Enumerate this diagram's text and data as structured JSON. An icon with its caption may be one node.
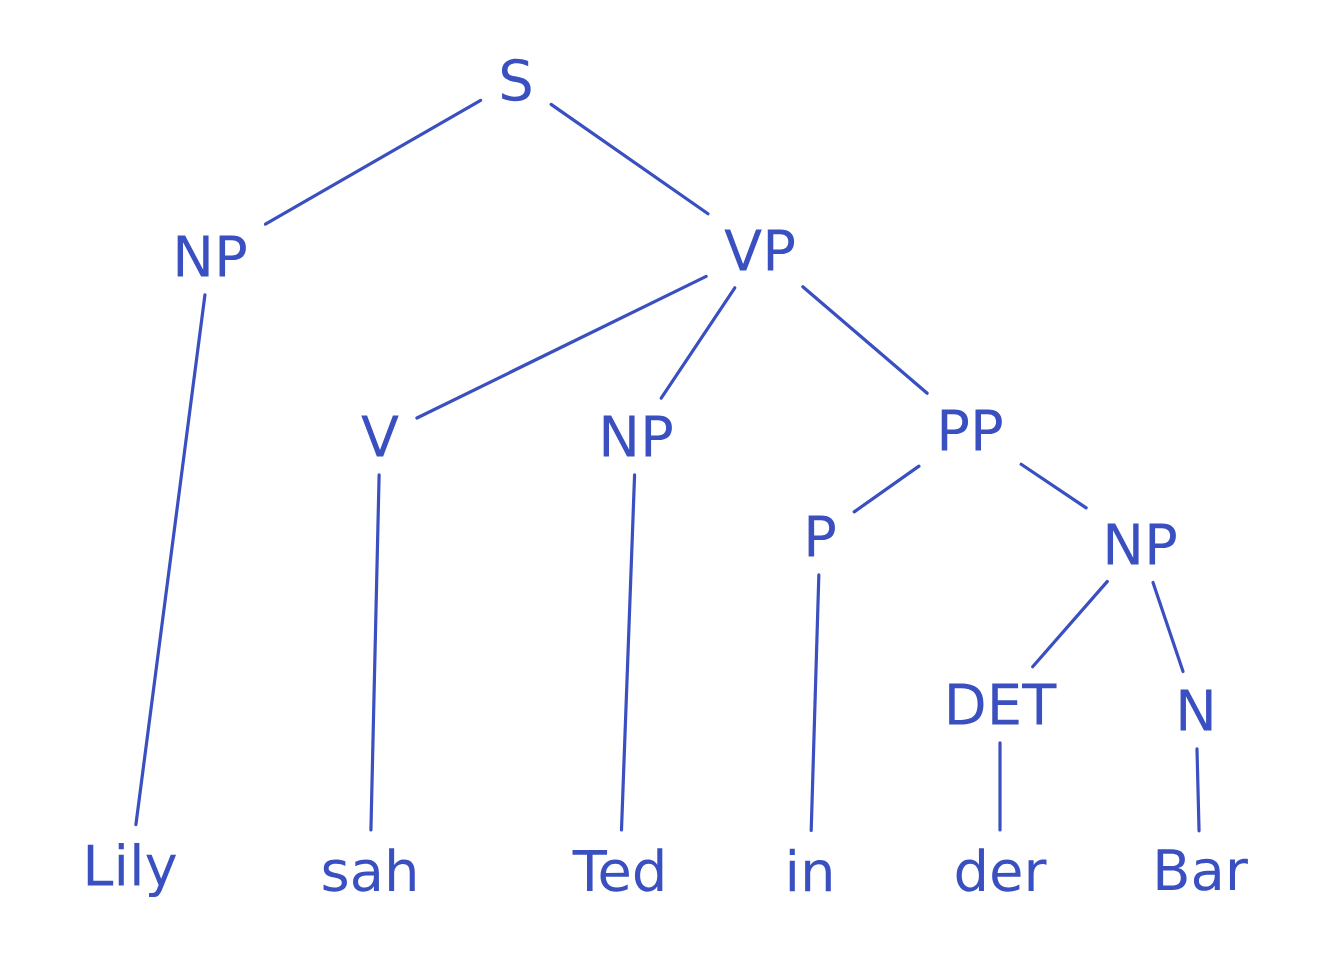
{
  "diagram": {
    "nodes": [
      {
        "text": [
          "S"
        ]
      },
      {
        "text": [
          "NP"
        ]
      },
      {
        "text": [
          "VP"
        ]
      },
      {
        "text": [
          "V"
        ]
      },
      {
        "text": [
          "NP"
        ]
      },
      {
        "text": [
          "PP"
        ]
      },
      {
        "text": [
          "P"
        ]
      },
      {
        "text": [
          "NP"
        ]
      },
      {
        "text": [
          "DET"
        ]
      },
      {
        "text": [
          "N"
        ]
      },
      {
        "text": [
          "Lily"
        ]
      },
      {
        "text": [
          "sah"
        ]
      },
      {
        "text": [
          "Ted"
        ]
      },
      {
        "text": [
          "in"
        ]
      },
      {
        "text": [
          "der"
        ]
      },
      {
        "text": [
          "Bar"
        ]
      }
    ],
    "edges": [
      {
        "from": 0,
        "to": 1,
        "arrow": "none"
      },
      {
        "from": 0,
        "to": 2,
        "arrow": "none"
      },
      {
        "from": 1,
        "to": 10,
        "arrow": "none"
      },
      {
        "from": 2,
        "to": 3,
        "arrow": "none"
      },
      {
        "from": 2,
        "to": 4,
        "arrow": "none"
      },
      {
        "from": 2,
        "to": 5,
        "arrow": "none"
      },
      {
        "from": 3,
        "to": 11,
        "arrow": "none"
      },
      {
        "from": 4,
        "to": 12,
        "arrow": "none"
      },
      {
        "from": 5,
        "to": 6,
        "arrow": "none"
      },
      {
        "from": 5,
        "to": 7,
        "arrow": "none"
      },
      {
        "from": 6,
        "to": 13,
        "arrow": "none"
      },
      {
        "from": 7,
        "to": 8,
        "arrow": "none"
      },
      {
        "from": 7,
        "to": 9,
        "arrow": "none"
      },
      {
        "from": 8,
        "to": 14,
        "arrow": "none"
      },
      {
        "from": 9,
        "to": 15,
        "arrow": "none"
      }
    ]
  }
}
